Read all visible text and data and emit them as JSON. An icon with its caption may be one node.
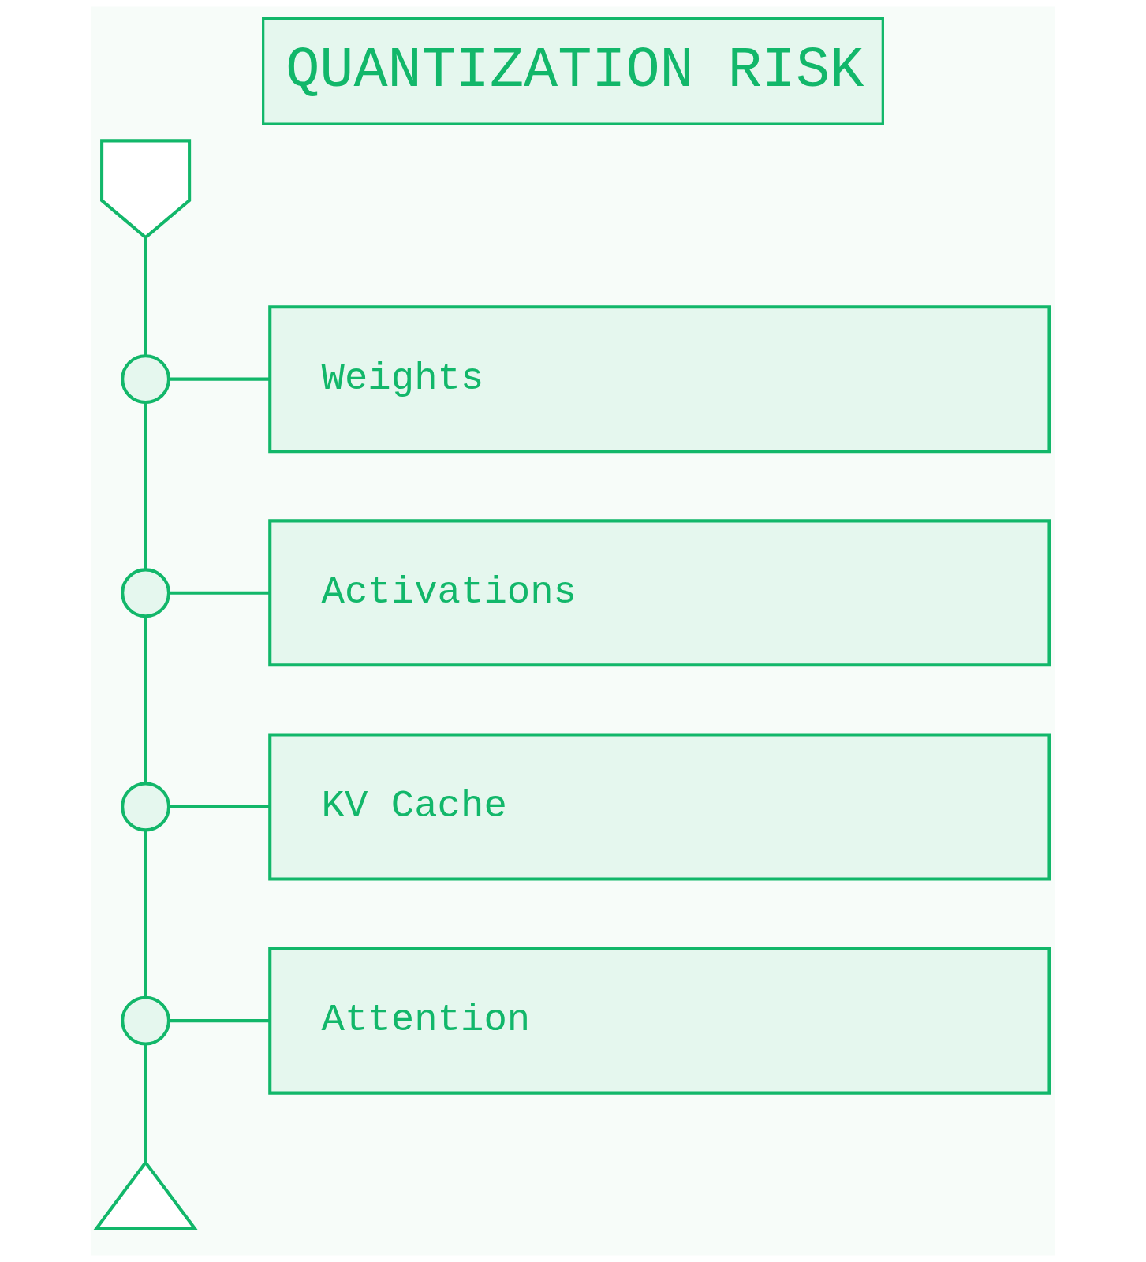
{
  "diagram": {
    "title": "QUANTIZATION RISK",
    "nodes": [
      {
        "text": [],
        "shape": "shield"
      },
      {
        "text": [],
        "shape": "circle"
      },
      {
        "text": [
          "Weights"
        ]
      },
      {
        "text": [],
        "shape": "circle"
      },
      {
        "text": [
          "Activations"
        ]
      },
      {
        "text": [],
        "shape": "circle"
      },
      {
        "text": [
          "KV Cache"
        ]
      },
      {
        "text": [],
        "shape": "circle"
      },
      {
        "text": [
          "Attention"
        ]
      },
      {
        "text": [],
        "shape": "triangle"
      }
    ],
    "edges": [
      {
        "from": 0,
        "to": 1,
        "arrow": "none"
      },
      {
        "from": 1,
        "to": 2,
        "arrow": "none"
      },
      {
        "from": 1,
        "to": 3,
        "arrow": "none"
      },
      {
        "from": 3,
        "to": 4,
        "arrow": "none"
      },
      {
        "from": 3,
        "to": 5,
        "arrow": "none"
      },
      {
        "from": 5,
        "to": 6,
        "arrow": "none"
      },
      {
        "from": 5,
        "to": 7,
        "arrow": "none"
      },
      {
        "from": 7,
        "to": 8,
        "arrow": "none"
      },
      {
        "from": 7,
        "to": 9,
        "arrow": "none"
      }
    ]
  }
}
